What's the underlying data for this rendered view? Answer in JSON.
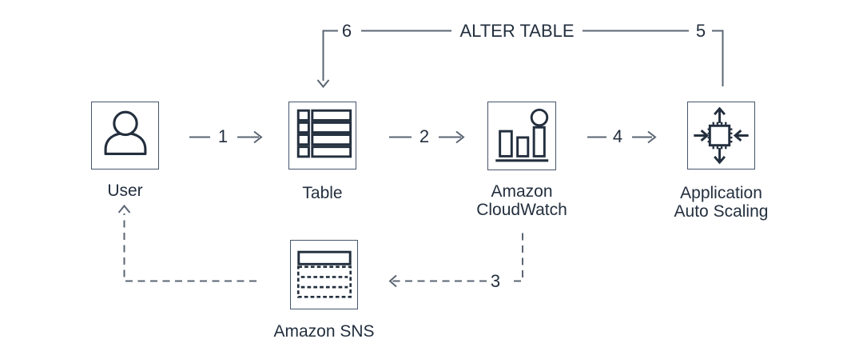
{
  "colors": {
    "ink": "#232f3e",
    "line": "#5b6573",
    "background": "#ffffff",
    "box-border": "#45556b"
  },
  "diagram": {
    "alter_table_label": "ALTER TABLE",
    "nodes": [
      {
        "id": "user",
        "label": "User",
        "label_lines": [
          "User"
        ]
      },
      {
        "id": "table",
        "label": "Table",
        "label_lines": [
          "Table"
        ]
      },
      {
        "id": "cloudwatch",
        "label": "Amazon CloudWatch",
        "label_lines": [
          "Amazon",
          "CloudWatch"
        ]
      },
      {
        "id": "auto-scaling",
        "label": "Application Auto Scaling",
        "label_lines": [
          "Application",
          "Auto Scaling"
        ]
      },
      {
        "id": "sns",
        "label": "Amazon SNS",
        "label_lines": [
          "Amazon SNS"
        ]
      }
    ],
    "edges": [
      {
        "from": "user",
        "to": "table",
        "label": "1",
        "style": "solid"
      },
      {
        "from": "table",
        "to": "cloudwatch",
        "label": "2",
        "style": "solid"
      },
      {
        "from": "cloudwatch",
        "to": "sns",
        "label": "3",
        "style": "dashed"
      },
      {
        "from": "cloudwatch",
        "to": "auto-scaling",
        "label": "4",
        "style": "solid"
      },
      {
        "from": "auto-scaling",
        "to": "alter-table-bus",
        "label": "5",
        "style": "solid"
      },
      {
        "from": "alter-table-bus",
        "to": "table",
        "label": "6",
        "style": "solid"
      },
      {
        "from": "sns",
        "to": "user",
        "label": "",
        "style": "dashed"
      }
    ]
  }
}
